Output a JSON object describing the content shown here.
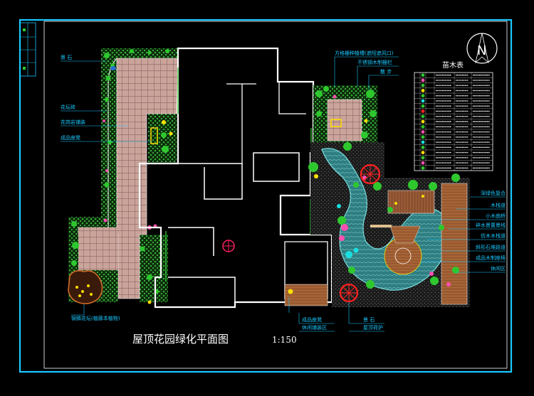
{
  "drawing": {
    "title": "屋顶花园绿化平面图",
    "scale": "1:150",
    "legend_title": "苗木表",
    "north_letter": "N"
  },
  "labels_left": [
    "景  石",
    "花坛砖",
    "花岗岩铺装",
    "成品座凳",
    "锦鳞花坛(植藤本植物)"
  ],
  "labels_top": [
    "方格栅种植槽(遮阳遮风口)",
    "不锈钢木制栅栏",
    "散  步"
  ],
  "labels_right": [
    "深绿色复合",
    "木栈道",
    "小木曲桥",
    "碎水景置景线",
    "仿木木栈道",
    "斜形石堆路道",
    "成品木制座椅",
    "休闲区"
  ],
  "labels_bottom": [
    "成品座凳",
    "休闲铺装区",
    "景  石",
    "屋顶荷护"
  ],
  "colors": {
    "frame": "#19c8ff",
    "walls": "#ffffff",
    "paving": "#d8b0a8",
    "grass": "#37c837",
    "water": "#3a8a8a",
    "deck": "#b06a3a",
    "accent_red": "#ff2020",
    "accent_pink": "#ff4fb0",
    "label": "#19c8ff"
  }
}
